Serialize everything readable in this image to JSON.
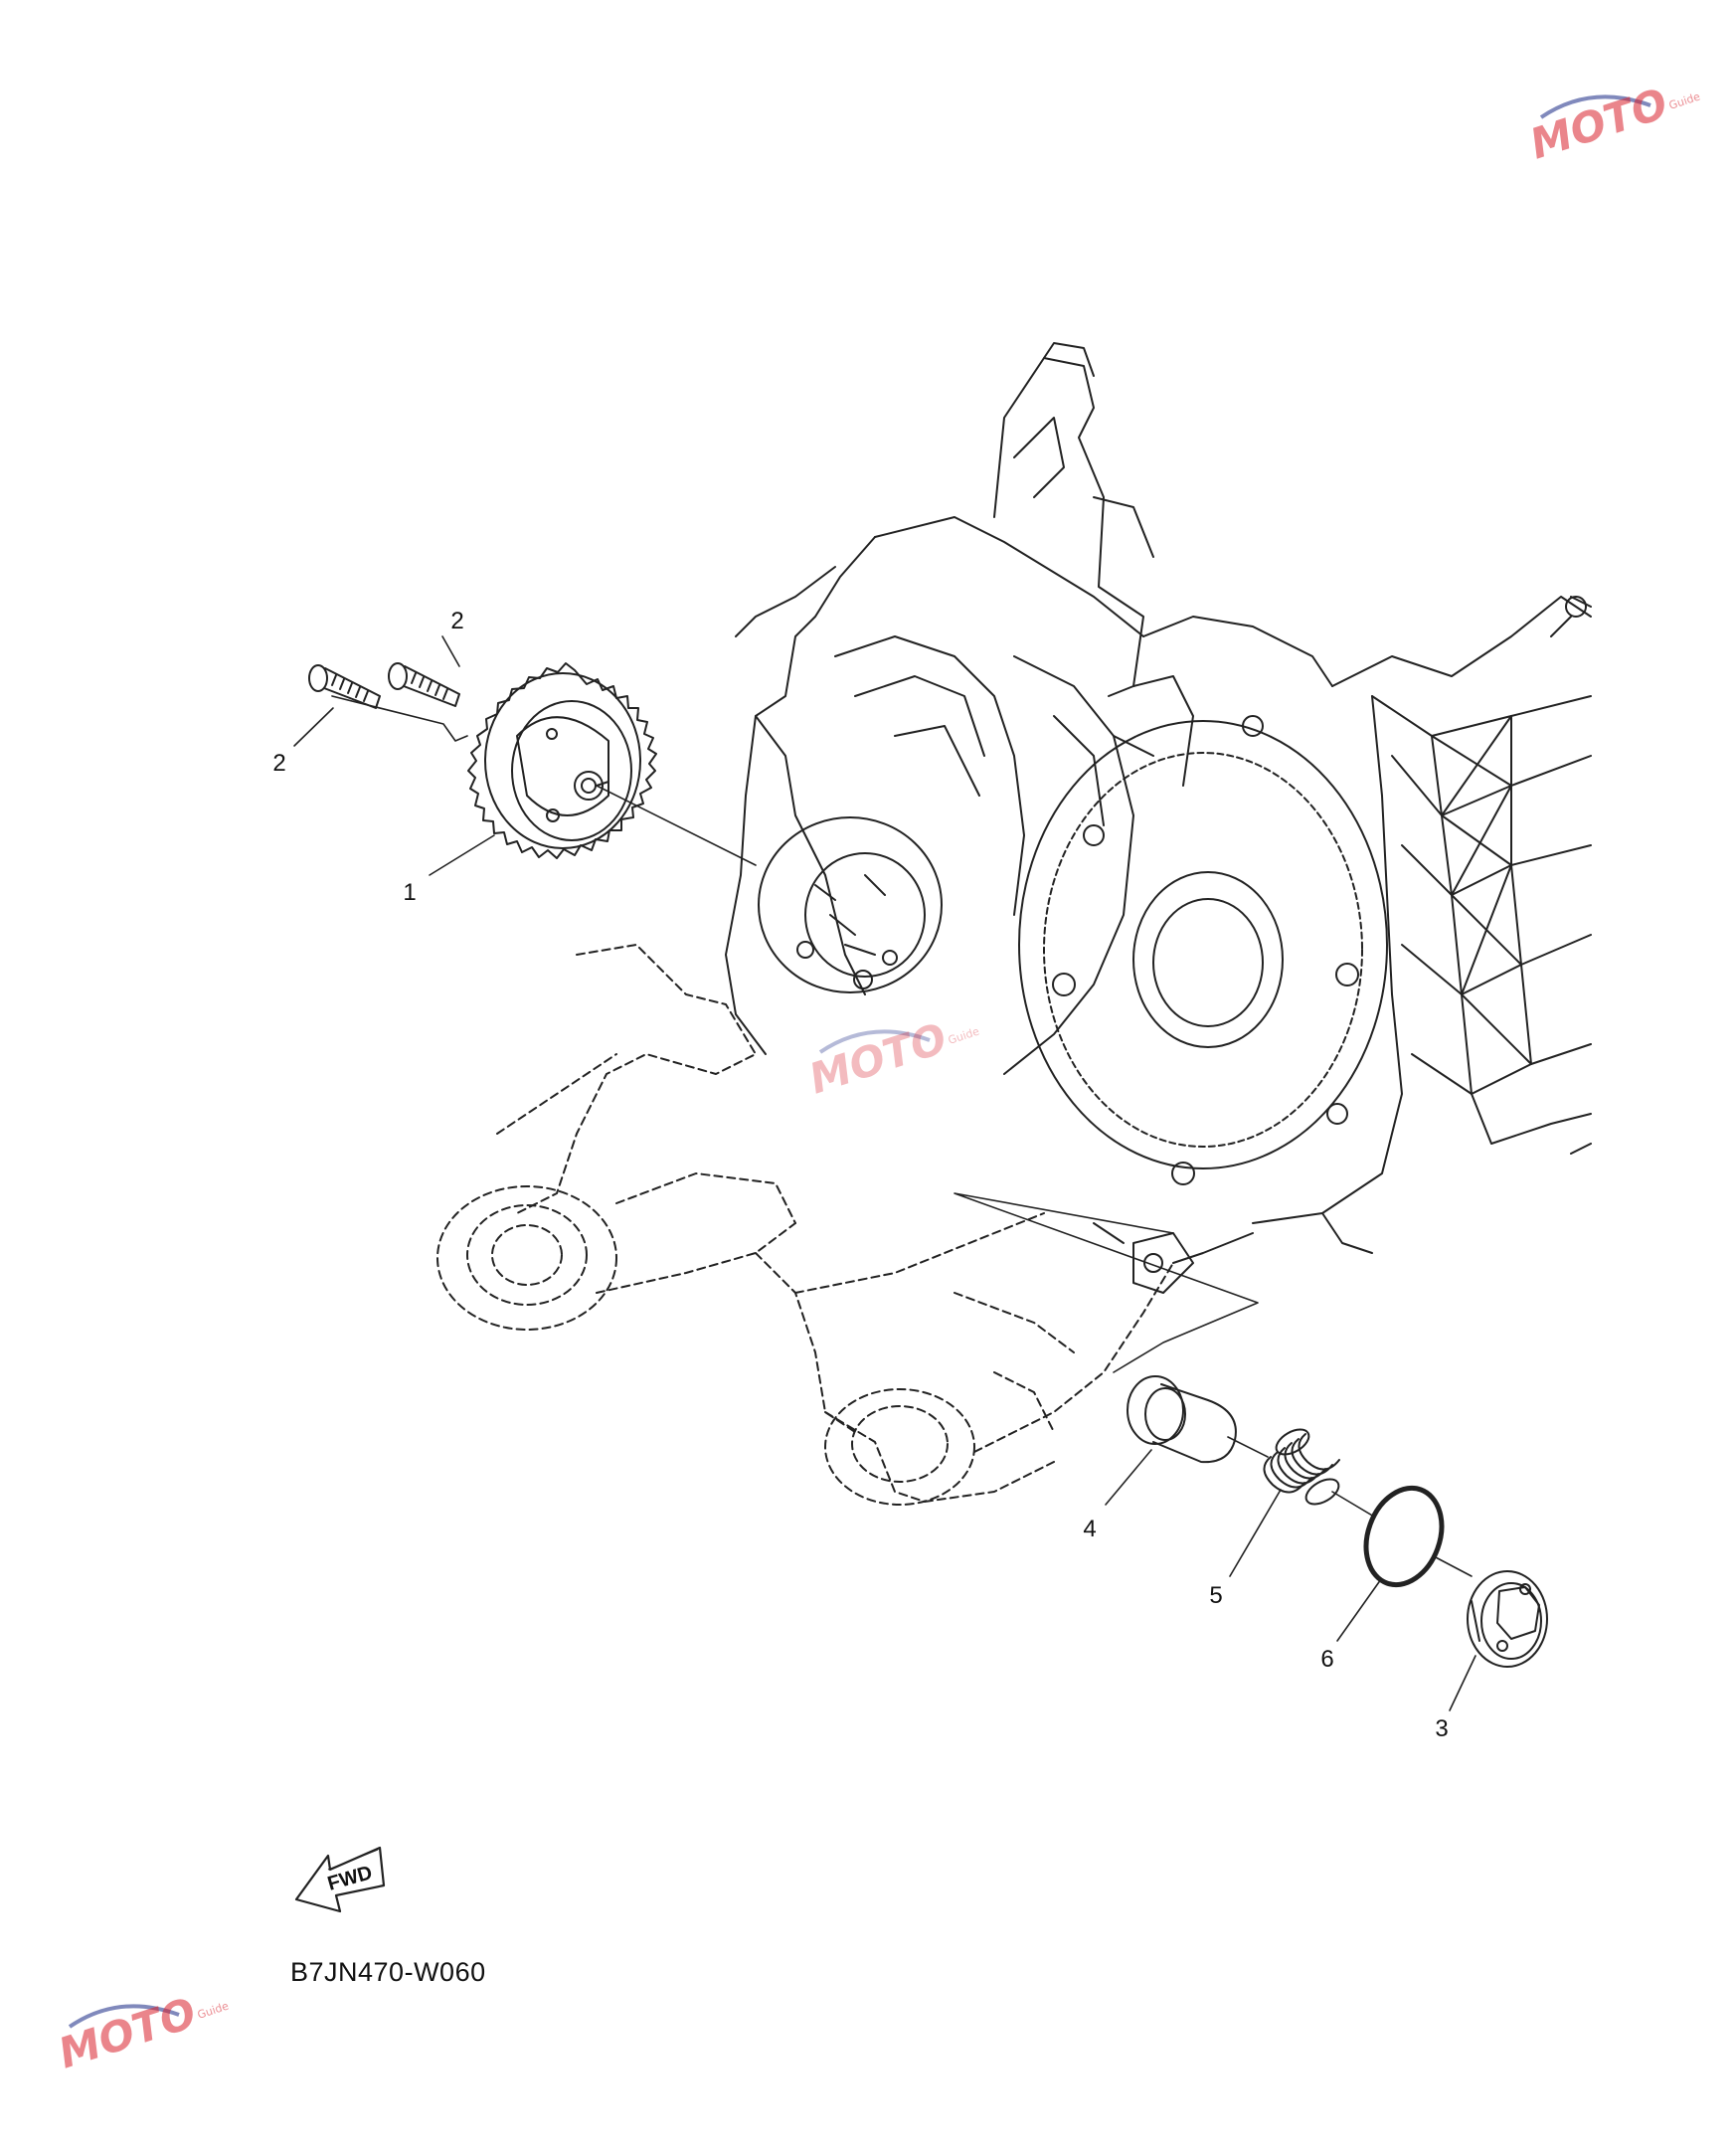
{
  "diagram": {
    "drawing_code": "B7JN470-W060",
    "fwd_label": "FWD",
    "watermark": {
      "brand": "MOTO",
      "sub": "Guide",
      "accent": "#d9232e",
      "secondary": "#2b3a8f"
    },
    "callouts": [
      {
        "id": "1",
        "label": "1",
        "part": "oil pump gear assembly"
      },
      {
        "id": "2a",
        "label": "2",
        "part": "screw"
      },
      {
        "id": "2b",
        "label": "2",
        "part": "screw"
      },
      {
        "id": "3",
        "label": "3",
        "part": "drain plug"
      },
      {
        "id": "4",
        "label": "4",
        "part": "strainer"
      },
      {
        "id": "5",
        "label": "5",
        "part": "spring"
      },
      {
        "id": "6",
        "label": "6",
        "part": "o-ring"
      }
    ]
  }
}
